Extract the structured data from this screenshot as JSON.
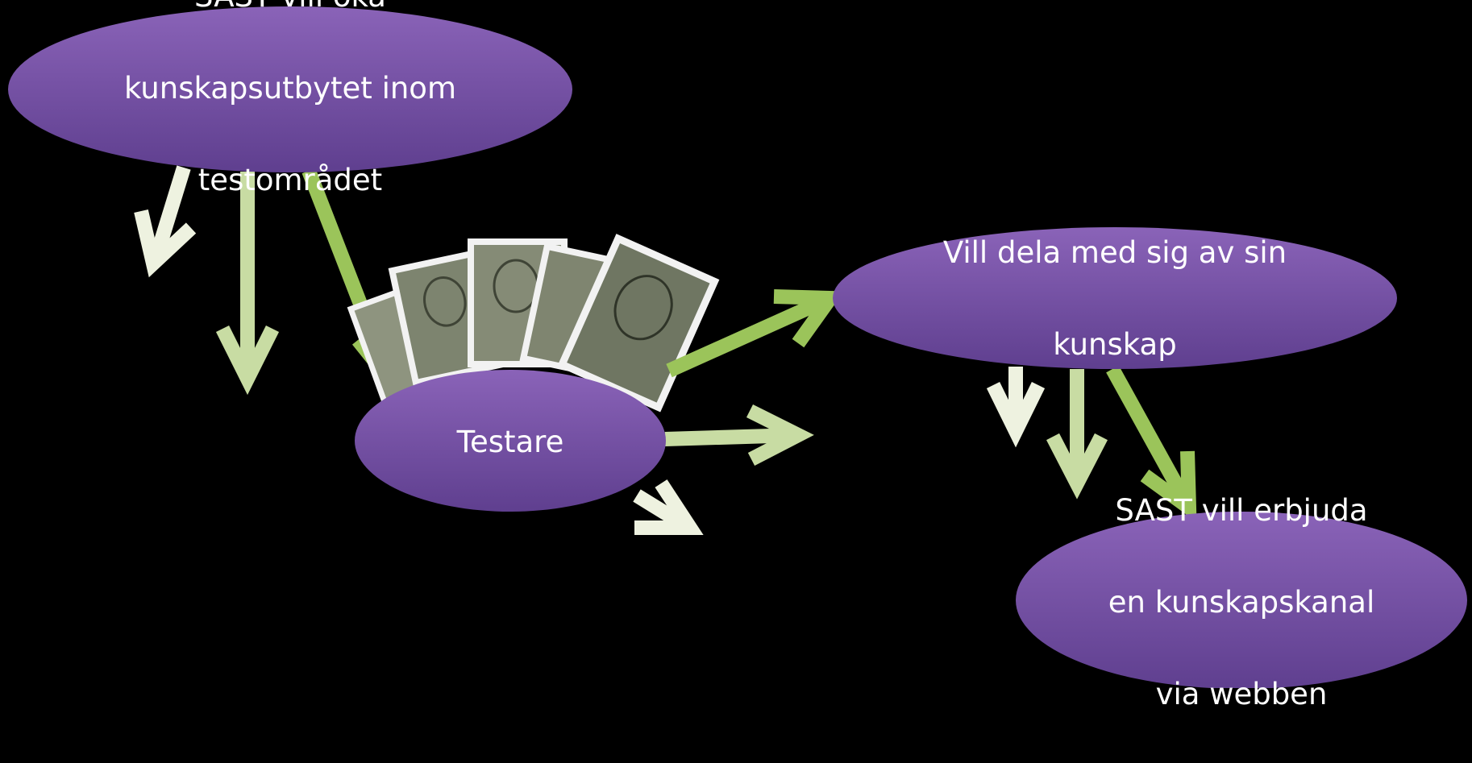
{
  "nodes": {
    "top": {
      "lines": [
        "SAST vill öka",
        "kunskapsutbytet inom",
        "testområdet"
      ]
    },
    "center": {
      "lines": [
        "Testare"
      ]
    },
    "right": {
      "lines": [
        "Vill dela med sig av sin",
        "kunskap"
      ]
    },
    "bottom": {
      "lines": [
        "SAST vill erbjuda",
        "en kunskapskanal",
        "via webben"
      ]
    }
  },
  "colors": {
    "background": "#000000",
    "node_fill_top": "#8a63b8",
    "node_fill_bottom": "#5f3f8f",
    "arrow_green": "#9bc45a",
    "arrow_light_green": "#c8dca3",
    "arrow_pale": "#eef2e0",
    "photo_frame": "#f2f2f2",
    "photo_fill": "#8e947f"
  }
}
